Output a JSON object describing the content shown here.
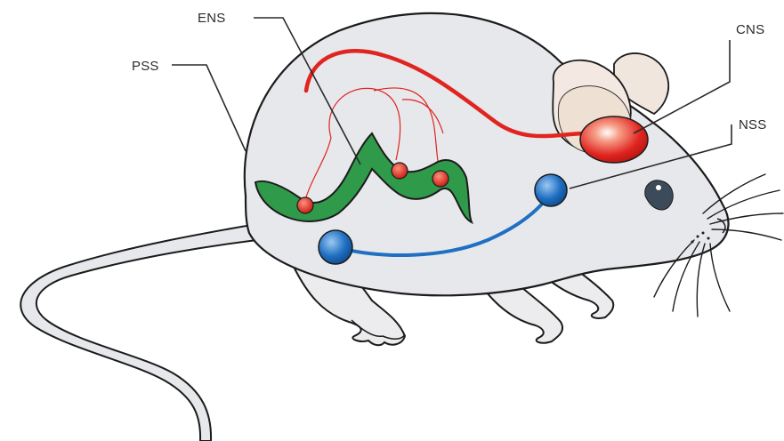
{
  "labels": {
    "ens": "ENS",
    "pss": "PSS",
    "cns": "CNS",
    "nss": "NSS"
  },
  "colors": {
    "body_fill": "#e6e8ec",
    "outline": "#1c1c1c",
    "ear_fill": "#f1e6de",
    "brain_fill": "#eee0d2",
    "cns_red": "#e0241f",
    "gut_green": "#2f9a4a",
    "nss_blue": "#1f6fc2",
    "eye": "#3d4a5a"
  },
  "icons": {
    "subject": "mouse-icon"
  }
}
